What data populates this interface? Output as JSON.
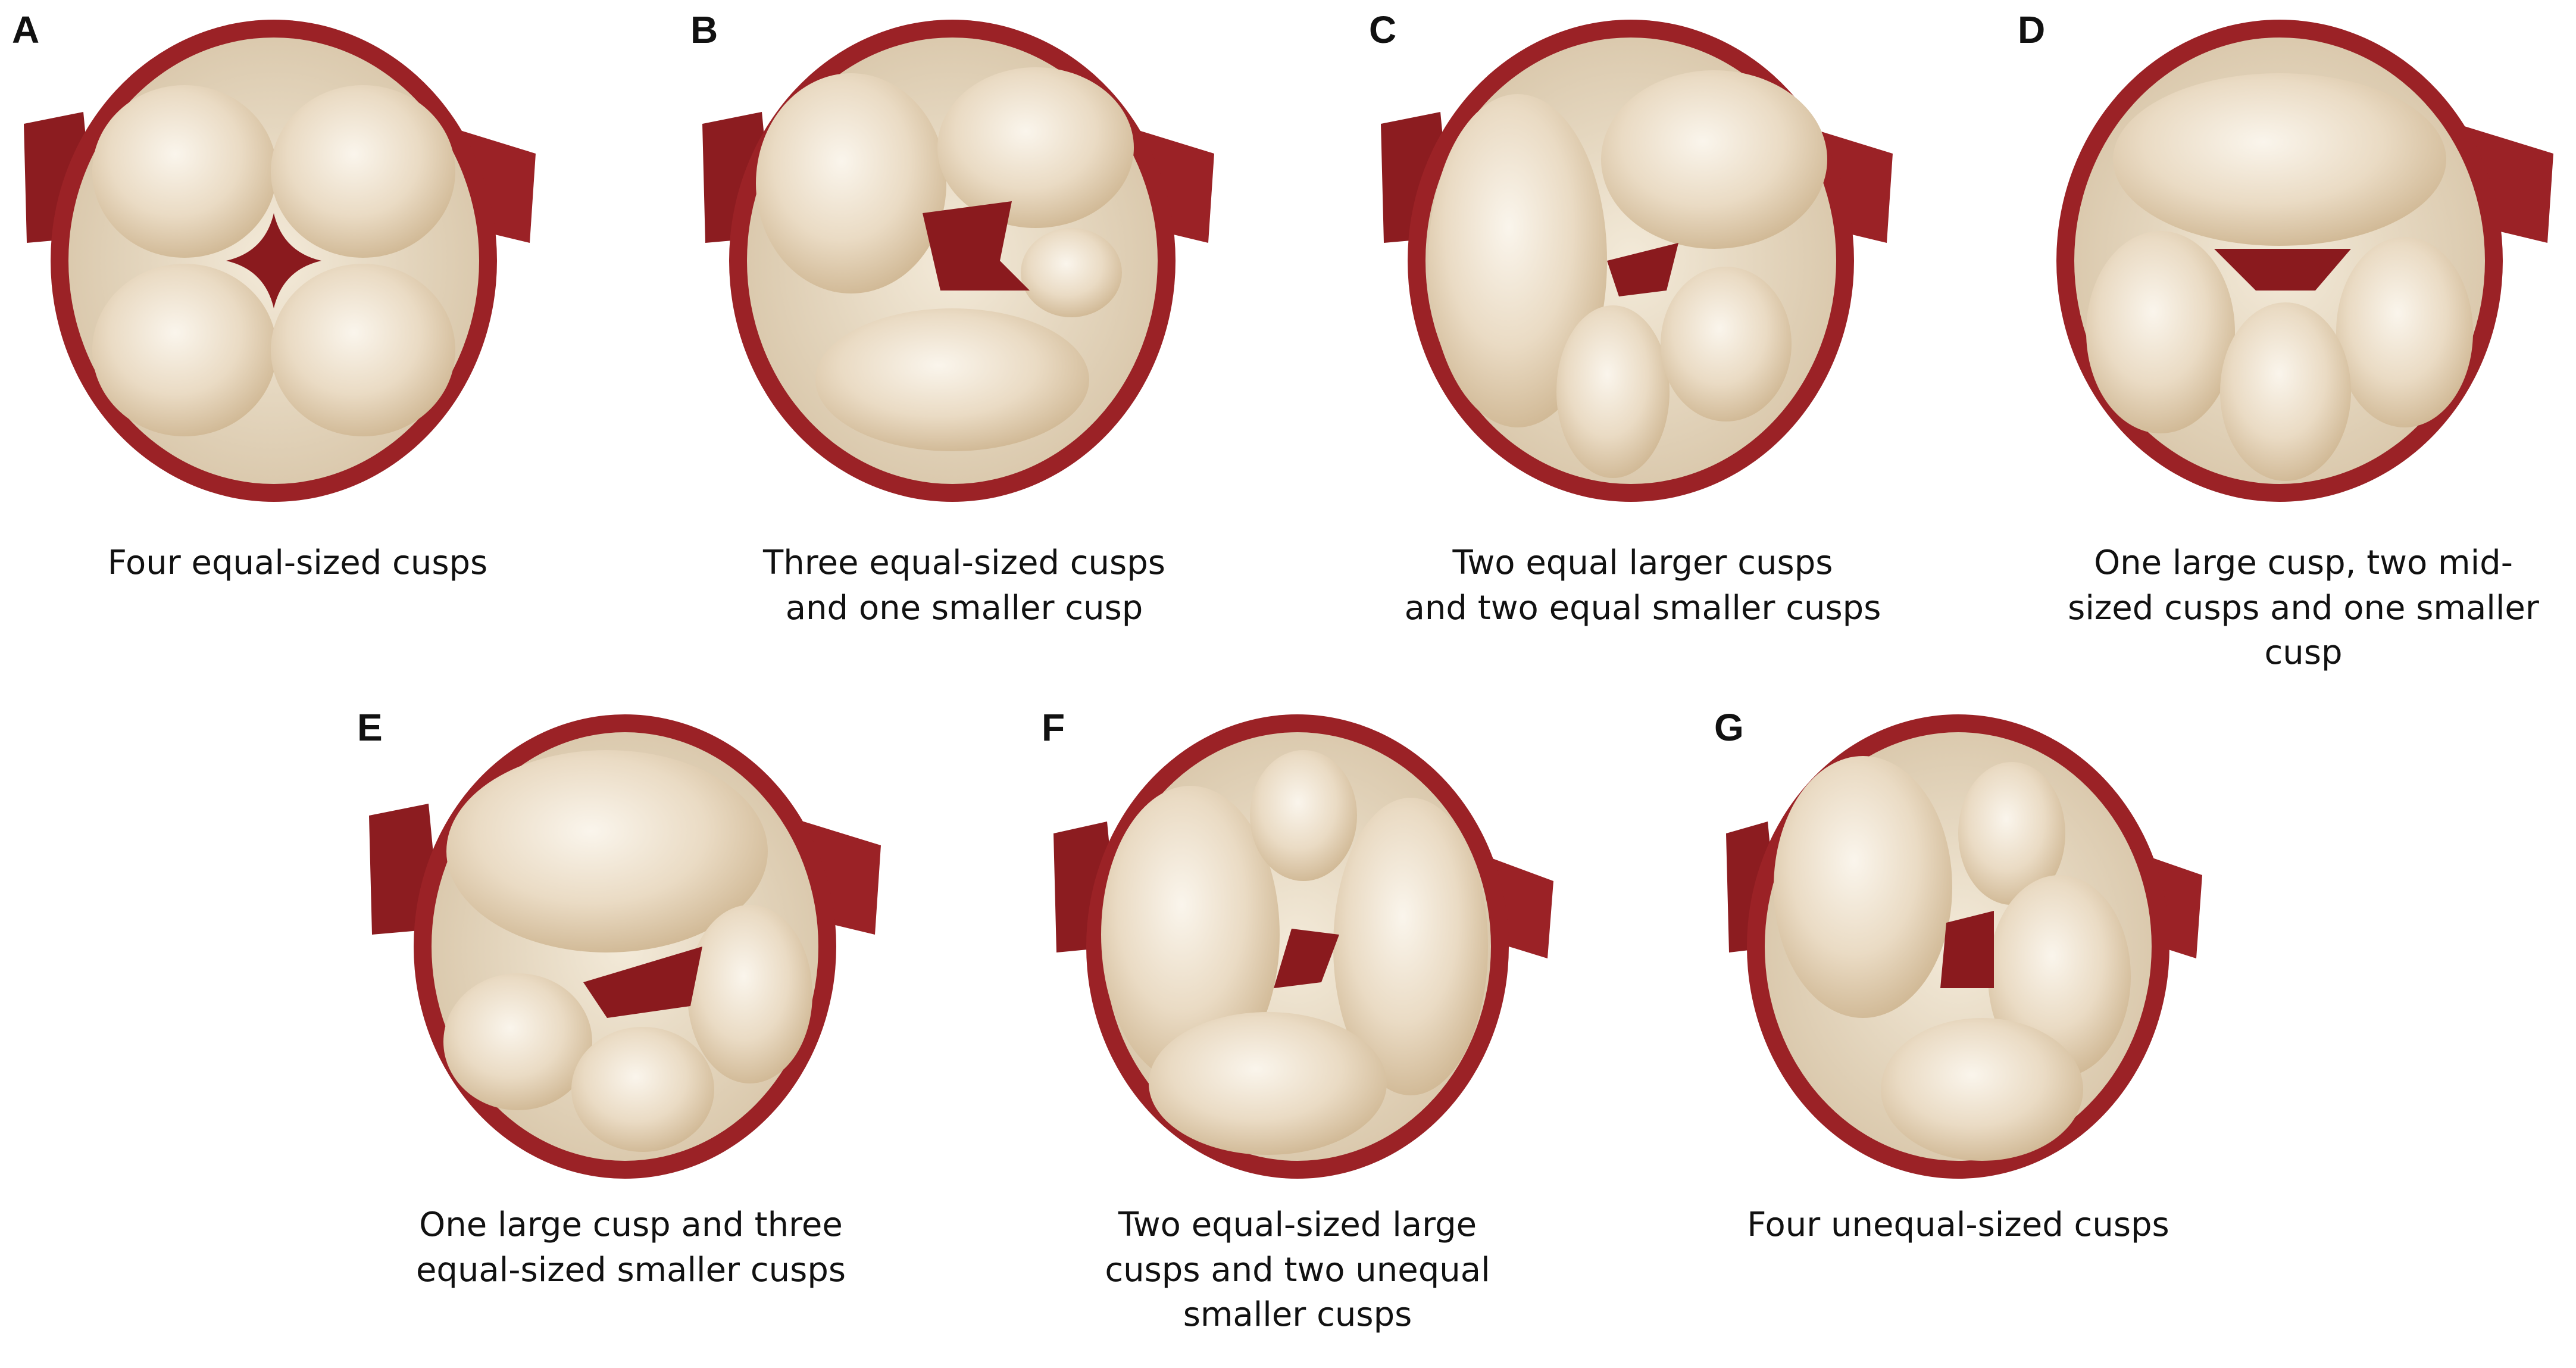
{
  "palette": {
    "wall": "#9b2226",
    "wall_dark": "#6e1216",
    "cusp_light": "#f6efe3",
    "cusp_shade": "#d7c2a3",
    "orifice": "#8a1a1e"
  },
  "panels": [
    {
      "letter": "A",
      "caption": "Four equal-sized cusps"
    },
    {
      "letter": "B",
      "caption": "Three equal-sized cusps\nand one smaller cusp"
    },
    {
      "letter": "C",
      "caption": "Two equal larger cusps\nand two equal smaller cusps"
    },
    {
      "letter": "D",
      "caption": "One large cusp, two mid-\nsized cusps and one smaller\ncusp"
    },
    {
      "letter": "E",
      "caption": "One large cusp and three\nequal-sized smaller cusps"
    },
    {
      "letter": "F",
      "caption": "Two equal-sized large\ncusps and two unequal\nsmaller cusps"
    },
    {
      "letter": "G",
      "caption": "Four unequal-sized cusps"
    }
  ]
}
